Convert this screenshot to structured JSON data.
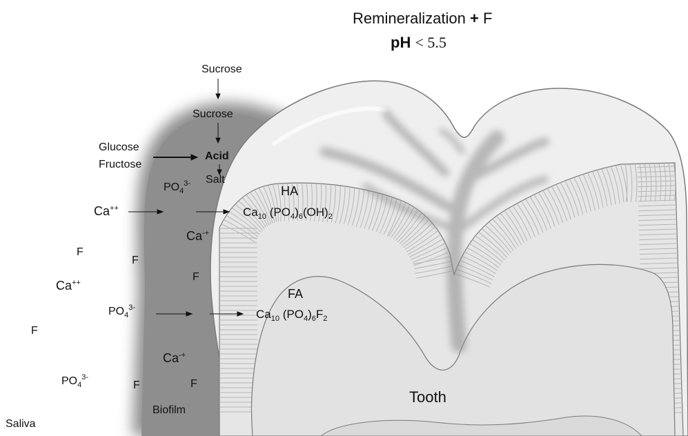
{
  "title": {
    "line1_text": "Remineralization",
    "line1_plus": "+",
    "line1_f": "F",
    "line2_ph": "pH",
    "line2_rest": "< 5.5"
  },
  "labels": {
    "sucrose_top": "Sucrose",
    "sucrose_mid": "Sucrose",
    "glucose": "Glucose",
    "fructose": "Fructose",
    "acid": "Acid",
    "salt": "Salt",
    "ha": "HA",
    "fa": "FA",
    "tooth": "Tooth",
    "biofilm": "Biofilm",
    "saliva": "Saliva",
    "f": "F",
    "ca": "Ca",
    "ca_charge_pp": "++",
    "ca_charge_mp": "-+",
    "po4": "PO",
    "po4_sub": "4",
    "po4_charge": "3-"
  },
  "formulas": {
    "ha": {
      "ca": "Ca",
      "ca_sub": "10",
      "po4_open": "(PO",
      "po4_sub": "4",
      "close": ")",
      "count": "6",
      "tail": "(OH)",
      "tail_sub": "2"
    },
    "fa": {
      "ca": "Ca",
      "ca_sub": "10",
      "po4_open": "(PO",
      "po4_sub": "4",
      "close": ")",
      "count": "6",
      "tail": "F",
      "tail_sub": "2"
    }
  },
  "colors": {
    "biofilm": "#8e8e8e",
    "enamel": "#efefef",
    "dentin": "#e3e3e3",
    "outline": "#7a7a7a",
    "tubules": "#b5b5b5"
  }
}
